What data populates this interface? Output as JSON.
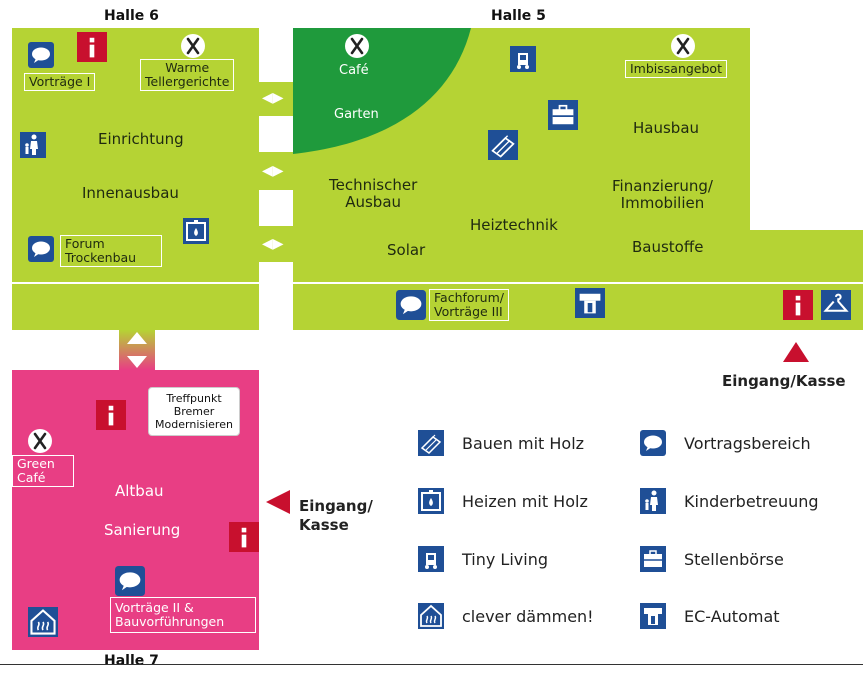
{
  "halls": {
    "hall6": "Halle 6",
    "hall5": "Halle 5",
    "hall7": "Halle 7"
  },
  "hall6": {
    "vortraege1": "Vorträge I",
    "warme": "Warme\nTellergerichte",
    "einrichtung": "Einrichtung",
    "innenausbau": "Innenausbau",
    "forum": "Forum\nTrockenbau"
  },
  "hall5": {
    "cafe": "Café",
    "garten": "Garten",
    "imbiss": "Imbissangebot",
    "hausbau": "Hausbau",
    "tech": "Technischer\nAusbau",
    "finanz": "Finanzierung/\nImmobilien",
    "heiz": "Heiztechnik",
    "solar": "Solar",
    "baustoffe": "Baustoffe",
    "fachforum": "Fachforum/\nVorträge III"
  },
  "hall7": {
    "treffpunkt": "Treffpunkt\nBremer\nModernisieren",
    "green": "Green\nCafé",
    "altbau": "Altbau",
    "sanierung": "Sanierung",
    "vortraege2": "Vorträge II &\nBauvorführungen"
  },
  "entrances": {
    "right": "Eingang/Kasse",
    "left": "Eingang/\nKasse"
  },
  "legend": [
    {
      "icon": "wood-icon",
      "label": "Bauen mit Holz"
    },
    {
      "icon": "stove-icon",
      "label": "Heizen mit Holz"
    },
    {
      "icon": "tiny-house-icon",
      "label": "Tiny Living"
    },
    {
      "icon": "insulation-icon",
      "label": "clever dämmen!"
    },
    {
      "icon": "speech-bubble-icon",
      "label": "Vortragsbereich"
    },
    {
      "icon": "child-care-icon",
      "label": "Kinderbetreuung"
    },
    {
      "icon": "job-board-icon",
      "label": "Stellenbörse"
    },
    {
      "icon": "atm-icon",
      "label": "EC-Automat"
    }
  ],
  "colors": {
    "green": "#b5d334",
    "dark_green": "#1f9a3c",
    "pink": "#e83e84",
    "icon_blue": "#1f4f96",
    "info_red": "#c8102e"
  }
}
